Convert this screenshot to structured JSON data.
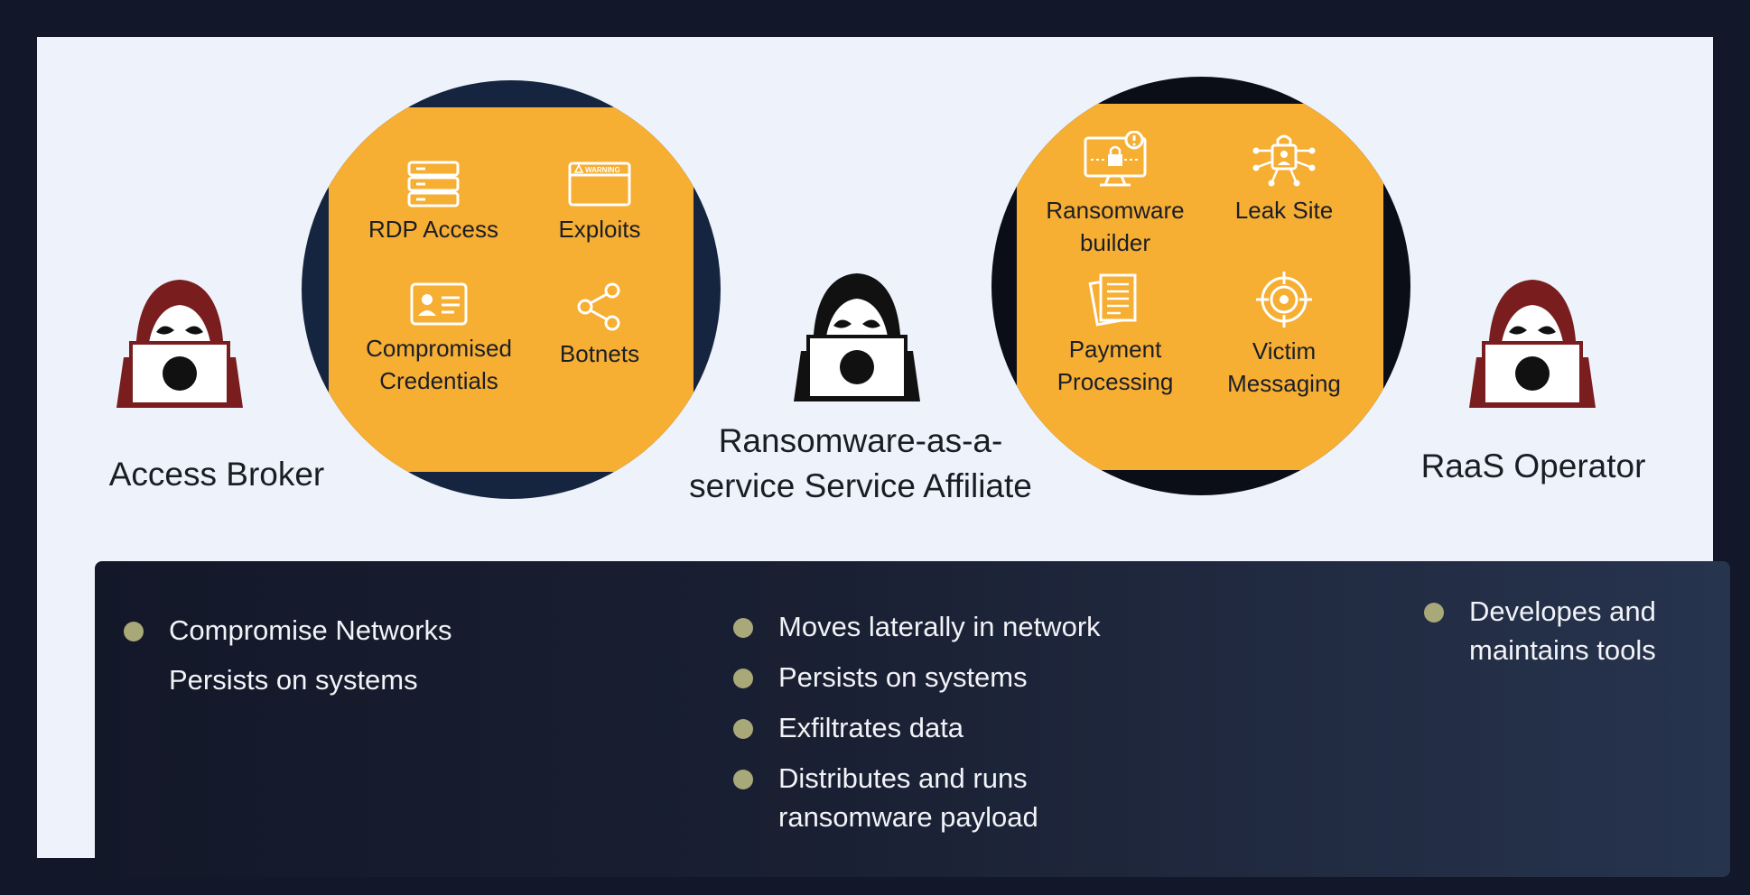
{
  "colors": {
    "outer_frame": "#121829",
    "canvas": "#eef2fb",
    "orange": "#f6ae33",
    "broker_hood": "#7a1d1f",
    "affiliate_hood": "#111111",
    "operator_hood": "#7a1d1f",
    "panel_dark": "#131829",
    "bullet_dot": "#a9a878"
  },
  "actors": {
    "broker": {
      "label": "Access Broker",
      "icon": "hooded-hacker-red-icon"
    },
    "affiliate": {
      "label_line1": "Ransomware-as-a-",
      "label_line2": "service Service Affiliate",
      "icon": "hooded-hacker-black-icon"
    },
    "operator": {
      "label": "RaaS Operator",
      "icon": "hooded-hacker-red-icon"
    }
  },
  "broker_tools": [
    {
      "label": "RDP Access",
      "icon": "server-icon"
    },
    {
      "label": "Exploits",
      "icon": "warning-window-icon",
      "icon_text": "WARNING"
    },
    {
      "label_line1": "Compromised",
      "label_line2": "Credentials",
      "icon": "id-card-icon"
    },
    {
      "label": "Botnets",
      "icon": "share-nodes-icon"
    }
  ],
  "operator_tools": [
    {
      "label_line1": "Ransomware",
      "label_line2": "builder",
      "icon": "monitor-lock-icon"
    },
    {
      "label": "Leak Site",
      "icon": "network-user-lock-icon"
    },
    {
      "label_line1": "Payment",
      "label_line2": "Processing",
      "icon": "documents-icon"
    },
    {
      "label_line1": "Victim",
      "label_line2": "Messaging",
      "icon": "target-icon"
    }
  ],
  "panel": {
    "broker": {
      "bullet": "Compromise Networks",
      "continuation": "Persists on systems"
    },
    "affiliate": [
      "Moves laterally in network",
      "Persists on systems",
      "Exfiltrates data",
      "Distributes and runs",
      "ransomware payload"
    ],
    "operator": {
      "line1": "Developes and",
      "line2": "maintains tools"
    }
  }
}
